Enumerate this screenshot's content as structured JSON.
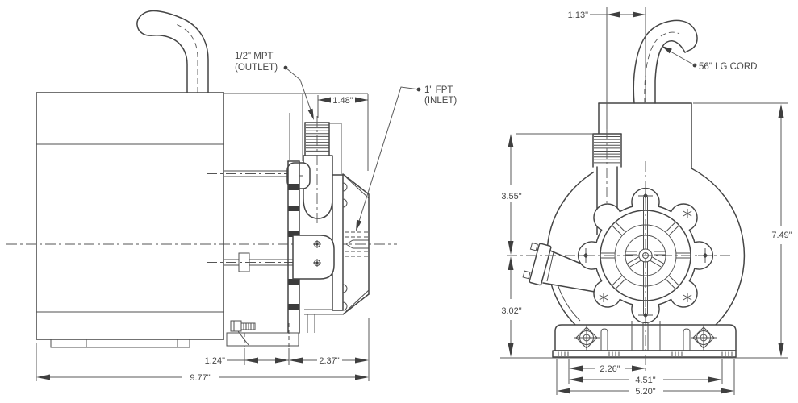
{
  "meta": {
    "title": "Pump outline dimensional drawing",
    "background_color": "#ffffff",
    "line_color": "#454545",
    "text_color": "#474747"
  },
  "side_view": {
    "name": "side-view",
    "callouts": {
      "outlet_line1": "1/2\" MPT",
      "outlet_line2": "(OUTLET)",
      "inlet_line1": "1\" FPT",
      "inlet_line2": "(INLET)"
    },
    "dimensions": {
      "outlet_to_inlet_face": "1.48\"",
      "foot_to_bracket": "1.24\"",
      "bracket_to_inlet_face": "2.37\"",
      "overall_length": "9.77\""
    }
  },
  "front_view": {
    "name": "front-view",
    "callouts": {
      "cord": "56\" LG CORD"
    },
    "dimensions": {
      "cord_offset": "1.13\"",
      "inlet_to_centerline": "3.55\"",
      "centerline_to_base": "3.02\"",
      "overall_height": "7.49\"",
      "centerline_to_slot": "2.26\"",
      "slot_spacing": "4.51\"",
      "base_width": "5.20\""
    }
  }
}
